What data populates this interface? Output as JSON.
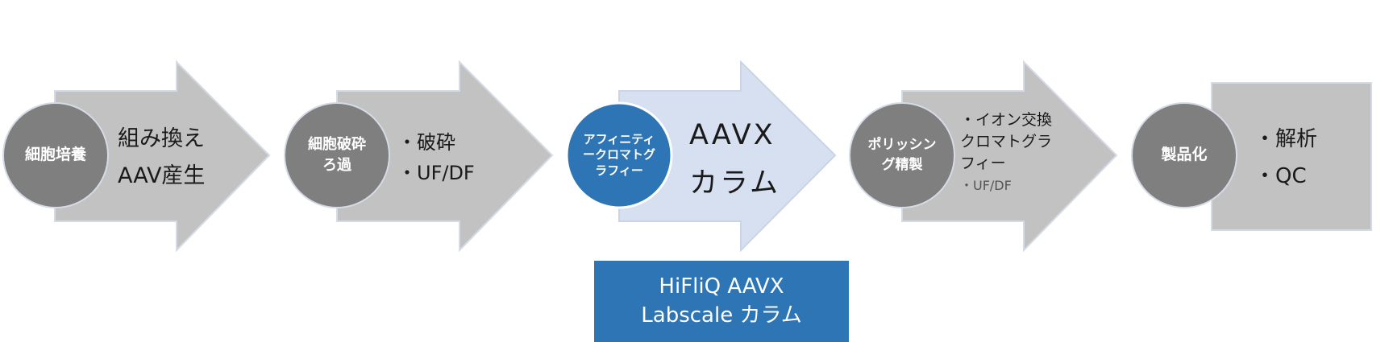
{
  "colors": {
    "arrow_gray": "#c2c2c2",
    "arrow_highlight": "#d6e0f0",
    "circle_gray": "#7f7f7f",
    "circle_blue": "#2e75b6",
    "box_blue": "#2e75b6"
  },
  "steps": [
    {
      "circle": [
        "細胞培養"
      ],
      "text": [
        "組み換え",
        "AAV産生"
      ]
    },
    {
      "circle": [
        "細胞破砕",
        "ろ過"
      ],
      "text": [
        "・破砕",
        "・UF/DF"
      ]
    },
    {
      "circle": [
        "アフィニティ",
        "ークロマトグ",
        "ラフィー"
      ],
      "text": [
        "AAVX",
        "カラム"
      ]
    },
    {
      "circle": [
        "ポリッシン",
        "グ精製"
      ],
      "text": [
        "・イオン交換",
        "クロマトグラ",
        "フィー"
      ],
      "subtext": "・UF/DF"
    },
    {
      "circle": [
        "製品化"
      ],
      "text": [
        "・解析",
        "・QC"
      ]
    }
  ],
  "product_box": {
    "line1": "HiFliQ AAVX",
    "line2": "Labscale カラム"
  }
}
